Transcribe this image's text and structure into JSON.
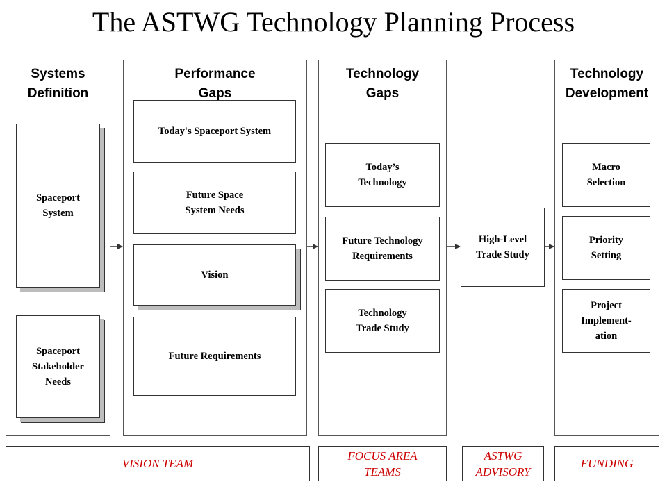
{
  "title": "The ASTWG Technology Planning Process",
  "columns": {
    "systems_definition": "Systems\nDefinition",
    "performance_gaps": "Performance\nGaps",
    "technology_gaps": "Technology\nGaps",
    "technology_development": "Technology\nDevelopment"
  },
  "boxes": {
    "spaceport_system": "Spaceport\nSystem",
    "stakeholder_needs": "Spaceport\nStakeholder\nNeeds",
    "todays_spaceport_system": "Today's Spaceport System",
    "future_space_system_needs": "Future Space\nSystem Needs",
    "vision": "Vision",
    "future_requirements": "Future Requirements",
    "todays_technology": "Today’s\nTechnology",
    "future_technology_requirements": "Future Technology\nRequirements",
    "technology_trade_study": "Technology\nTrade Study",
    "high_level_trade_study": "High-Level\nTrade Study",
    "macro_selection": "Macro\nSelection",
    "priority_setting": "Priority\nSetting",
    "project_implementation": "Project\nImplement-\nation"
  },
  "footers": {
    "vision_team": "VISION TEAM",
    "focus_area_teams": "FOCUS AREA\nTEAMS",
    "astwg_advisory": "ASTWG\nADVISORY",
    "funding": "FUNDING"
  },
  "colors": {
    "footer_text": "#cc0000",
    "border": "#333333",
    "shadow": "#bdbdbd"
  }
}
